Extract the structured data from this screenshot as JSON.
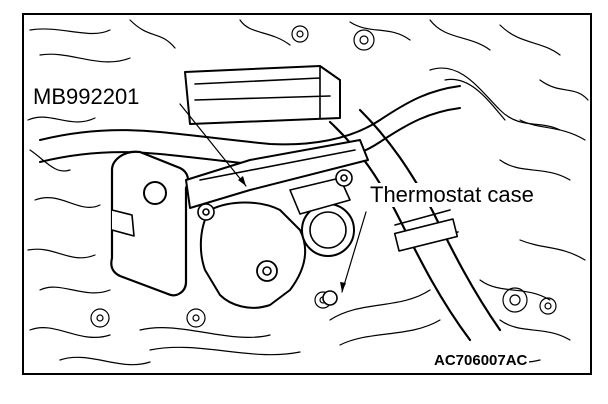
{
  "figure": {
    "callouts": {
      "tool": "MB992201",
      "part": "Thermostat case"
    },
    "figure_code": "AC706007AC"
  }
}
